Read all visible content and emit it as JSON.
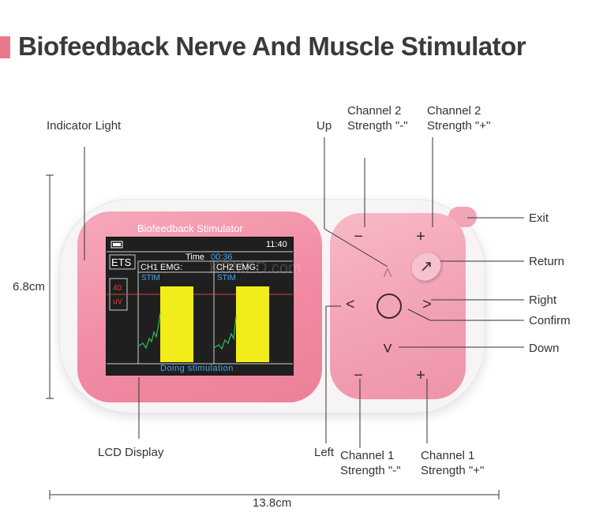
{
  "title": "Biofeedback Nerve And Muscle Stimulator",
  "colors": {
    "accent": "#e8778a",
    "device_pink": "#f08aa2",
    "lcd_bg": "#1f1f1f",
    "bar_yellow": "#f2ec1a",
    "emg_green": "#2cc15a"
  },
  "labels": {
    "indicator_light": "Indicator Light",
    "up": "Up",
    "ch2_minus": [
      "Channel 2",
      "Strength \"-\""
    ],
    "ch2_plus": [
      "Channel 2",
      "Strength \"+\""
    ],
    "exit": "Exit",
    "return": "Return",
    "right": "Right",
    "confirm": "Confirm",
    "down": "Down",
    "lcd_display": "LCD Display",
    "left": "Left",
    "ch1_minus": [
      "Channel 1",
      "Strength \"-\""
    ],
    "ch1_plus": [
      "Channel 1",
      "Strength \"+\""
    ],
    "height": "6.8cm",
    "width": "13.8cm"
  },
  "device": {
    "face_text": "Biofeedback  Stimulator",
    "lcd": {
      "clock": "11:40",
      "mode": "ETS",
      "time_label": "Time",
      "time_value": "00:36",
      "ch1": "CH1 EMG:",
      "ch2": "CH2 EMG:",
      "stim1": "STIM",
      "stim2": "STIM",
      "level_top": "40",
      "level_unit": "uV",
      "status": "Doing stimulation",
      "watermark": "KOMED.com"
    },
    "buttons": {
      "ch2_minus": "−",
      "ch2_plus": "+",
      "ch1_minus": "−",
      "ch1_plus": "+",
      "up": "˄",
      "down": "˅",
      "left": "<",
      "right": ">",
      "return": "↗"
    }
  }
}
